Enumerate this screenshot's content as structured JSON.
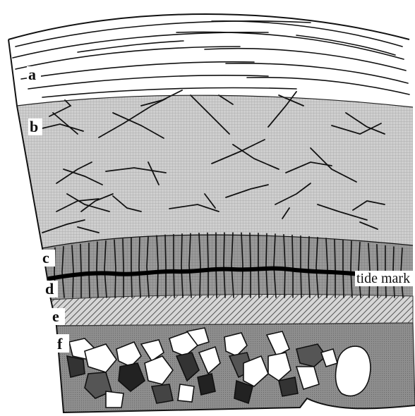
{
  "diagram": {
    "labels": {
      "a": "a",
      "b": "b",
      "c": "c",
      "d": "d",
      "e": "e",
      "f": "f"
    },
    "tide_mark": "tide mark"
  }
}
